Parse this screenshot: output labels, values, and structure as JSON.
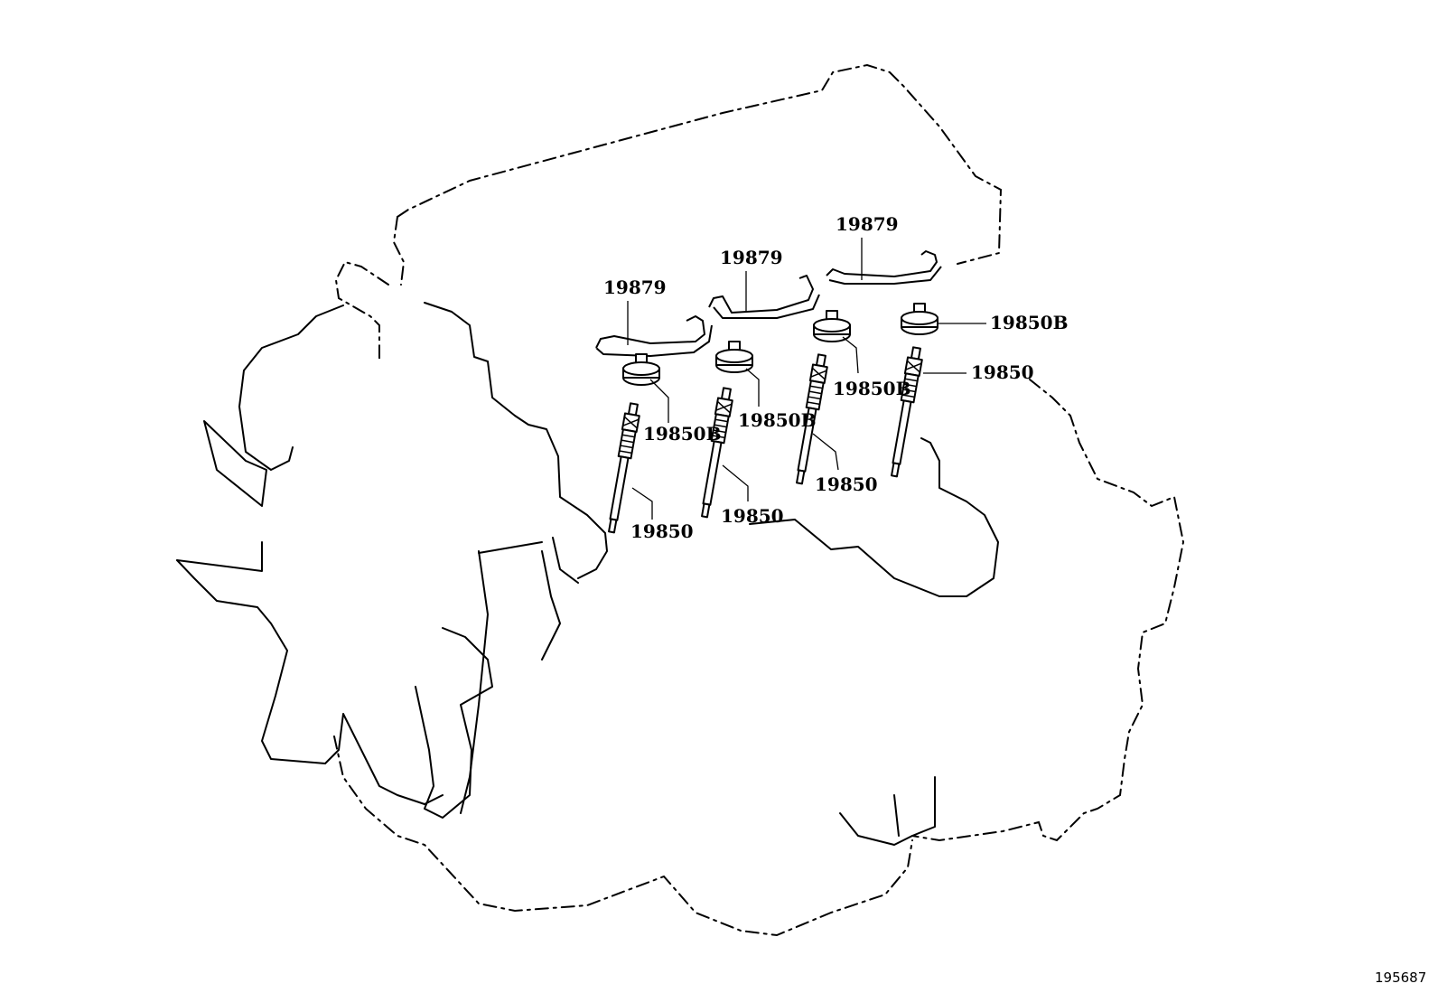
{
  "diagram_id": "195687",
  "callouts": {
    "wire_1": "19879",
    "wire_2": "19879",
    "wire_3": "19879",
    "nut_1": "19850B",
    "nut_2": "19850B",
    "nut_3": "19850B",
    "nut_4": "19850B",
    "plug_1": "19850",
    "plug_2": "19850",
    "plug_3": "19850",
    "plug_4": "19850"
  }
}
